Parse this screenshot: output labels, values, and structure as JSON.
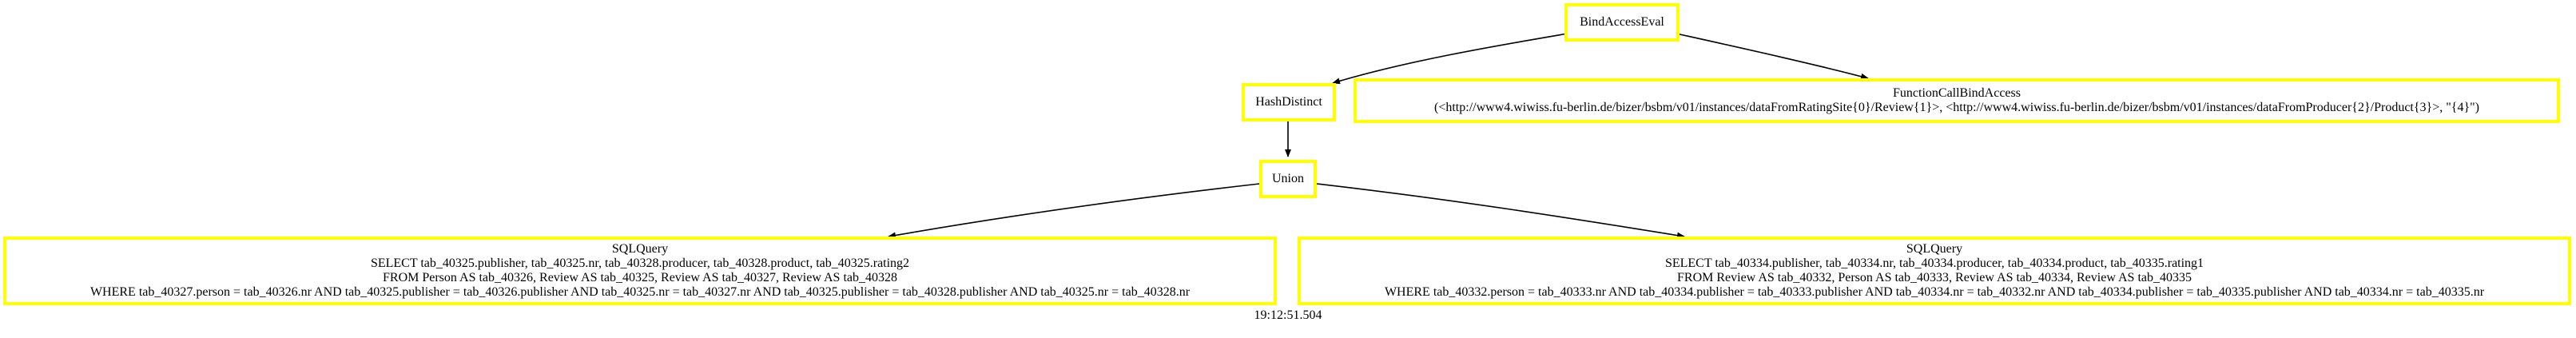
{
  "diagram": {
    "nodes": {
      "root": {
        "label": "BindAccessEval"
      },
      "hash": {
        "label": "HashDistinct"
      },
      "func": {
        "label": "FunctionCallBindAccess",
        "detail": "(<http://www4.wiwiss.fu-berlin.de/bizer/bsbm/v01/instances/dataFromRatingSite{0}/Review{1}>, <http://www4.wiwiss.fu-berlin.de/bizer/bsbm/v01/instances/dataFromProducer{2}/Product{3}>, \"{4}\")"
      },
      "union": {
        "label": "Union"
      },
      "sql_left": {
        "label": "SQLQuery",
        "lines": [
          "SELECT tab_40325.publisher, tab_40325.nr, tab_40328.producer, tab_40328.product, tab_40325.rating2",
          "FROM Person AS tab_40326, Review AS tab_40325, Review AS tab_40327, Review AS tab_40328",
          "WHERE tab_40327.person = tab_40326.nr AND tab_40325.publisher = tab_40326.publisher AND tab_40325.nr = tab_40327.nr AND tab_40325.publisher = tab_40328.publisher AND tab_40325.nr = tab_40328.nr"
        ]
      },
      "sql_right": {
        "label": "SQLQuery",
        "lines": [
          "SELECT tab_40334.publisher, tab_40334.nr, tab_40334.producer, tab_40334.product, tab_40335.rating1",
          "FROM Review AS tab_40332, Person AS tab_40333, Review AS tab_40334, Review AS tab_40335",
          "WHERE tab_40332.person = tab_40333.nr AND tab_40334.publisher = tab_40333.publisher AND tab_40334.nr = tab_40332.nr AND tab_40334.publisher = tab_40335.publisher AND tab_40334.nr = tab_40335.nr"
        ]
      }
    },
    "edges": [
      {
        "from": "root",
        "to": "hash"
      },
      {
        "from": "root",
        "to": "func"
      },
      {
        "from": "hash",
        "to": "union"
      },
      {
        "from": "union",
        "to": "sql_left"
      },
      {
        "from": "union",
        "to": "sql_right"
      }
    ],
    "timestamp": "19:12:51.504",
    "colors": {
      "node_border": "#ffff00",
      "edge": "#000000",
      "text": "#000000"
    }
  }
}
